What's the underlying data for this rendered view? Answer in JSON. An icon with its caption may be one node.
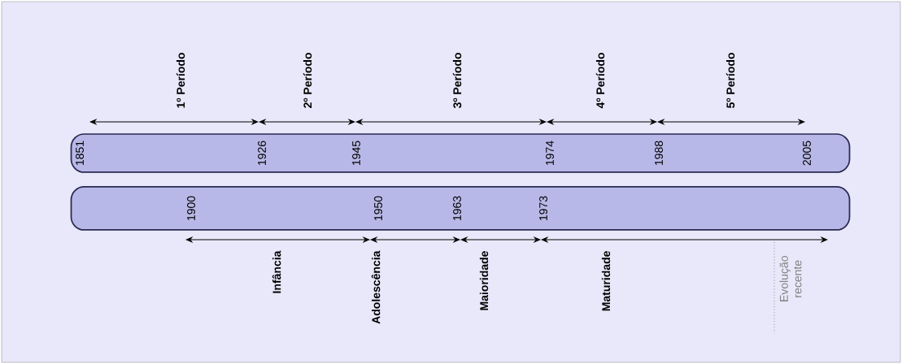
{
  "diagram": {
    "nodes": [
      {
        "text": [
          "1851",
          "1926",
          "1945",
          "1974",
          "1988",
          "2005"
        ]
      },
      {
        "text": [
          "1900",
          "1950",
          "1963",
          "1973"
        ]
      }
    ],
    "labels": [
      "1º Período",
      "2º Período",
      "3º Período",
      "4º Período",
      "5º Período",
      "Infância",
      "Adolescência",
      "Maioridade",
      "Maturidade",
      "Evolução recente"
    ]
  }
}
